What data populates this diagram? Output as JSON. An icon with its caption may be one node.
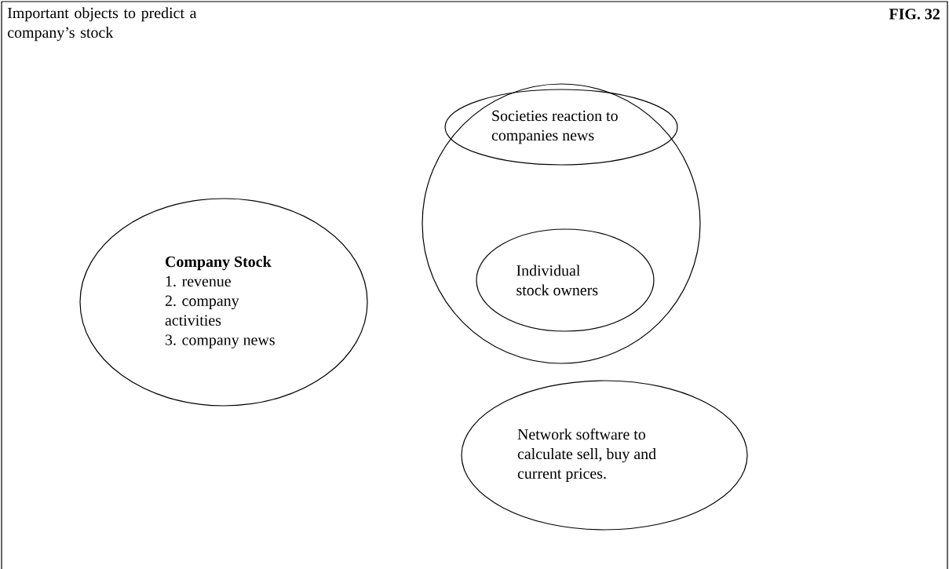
{
  "diagram": {
    "title": "Important objects to predict a company’s stock",
    "nodes": [
      {
        "text": [],
        "shape": "circle"
      },
      {
        "text": [
          "Societies reaction to companies news"
        ],
        "in": 0
      },
      {
        "text": [
          "Individual stock owners"
        ],
        "in": 0
      },
      {
        "text": [
          "Company Stock",
          "1.  revenue",
          "2.  company activities",
          "3.  company news"
        ]
      },
      {
        "text": [
          "Network software to calculate sell, buy and current prices."
        ]
      }
    ],
    "labels": [
      "FIG. 32"
    ]
  }
}
